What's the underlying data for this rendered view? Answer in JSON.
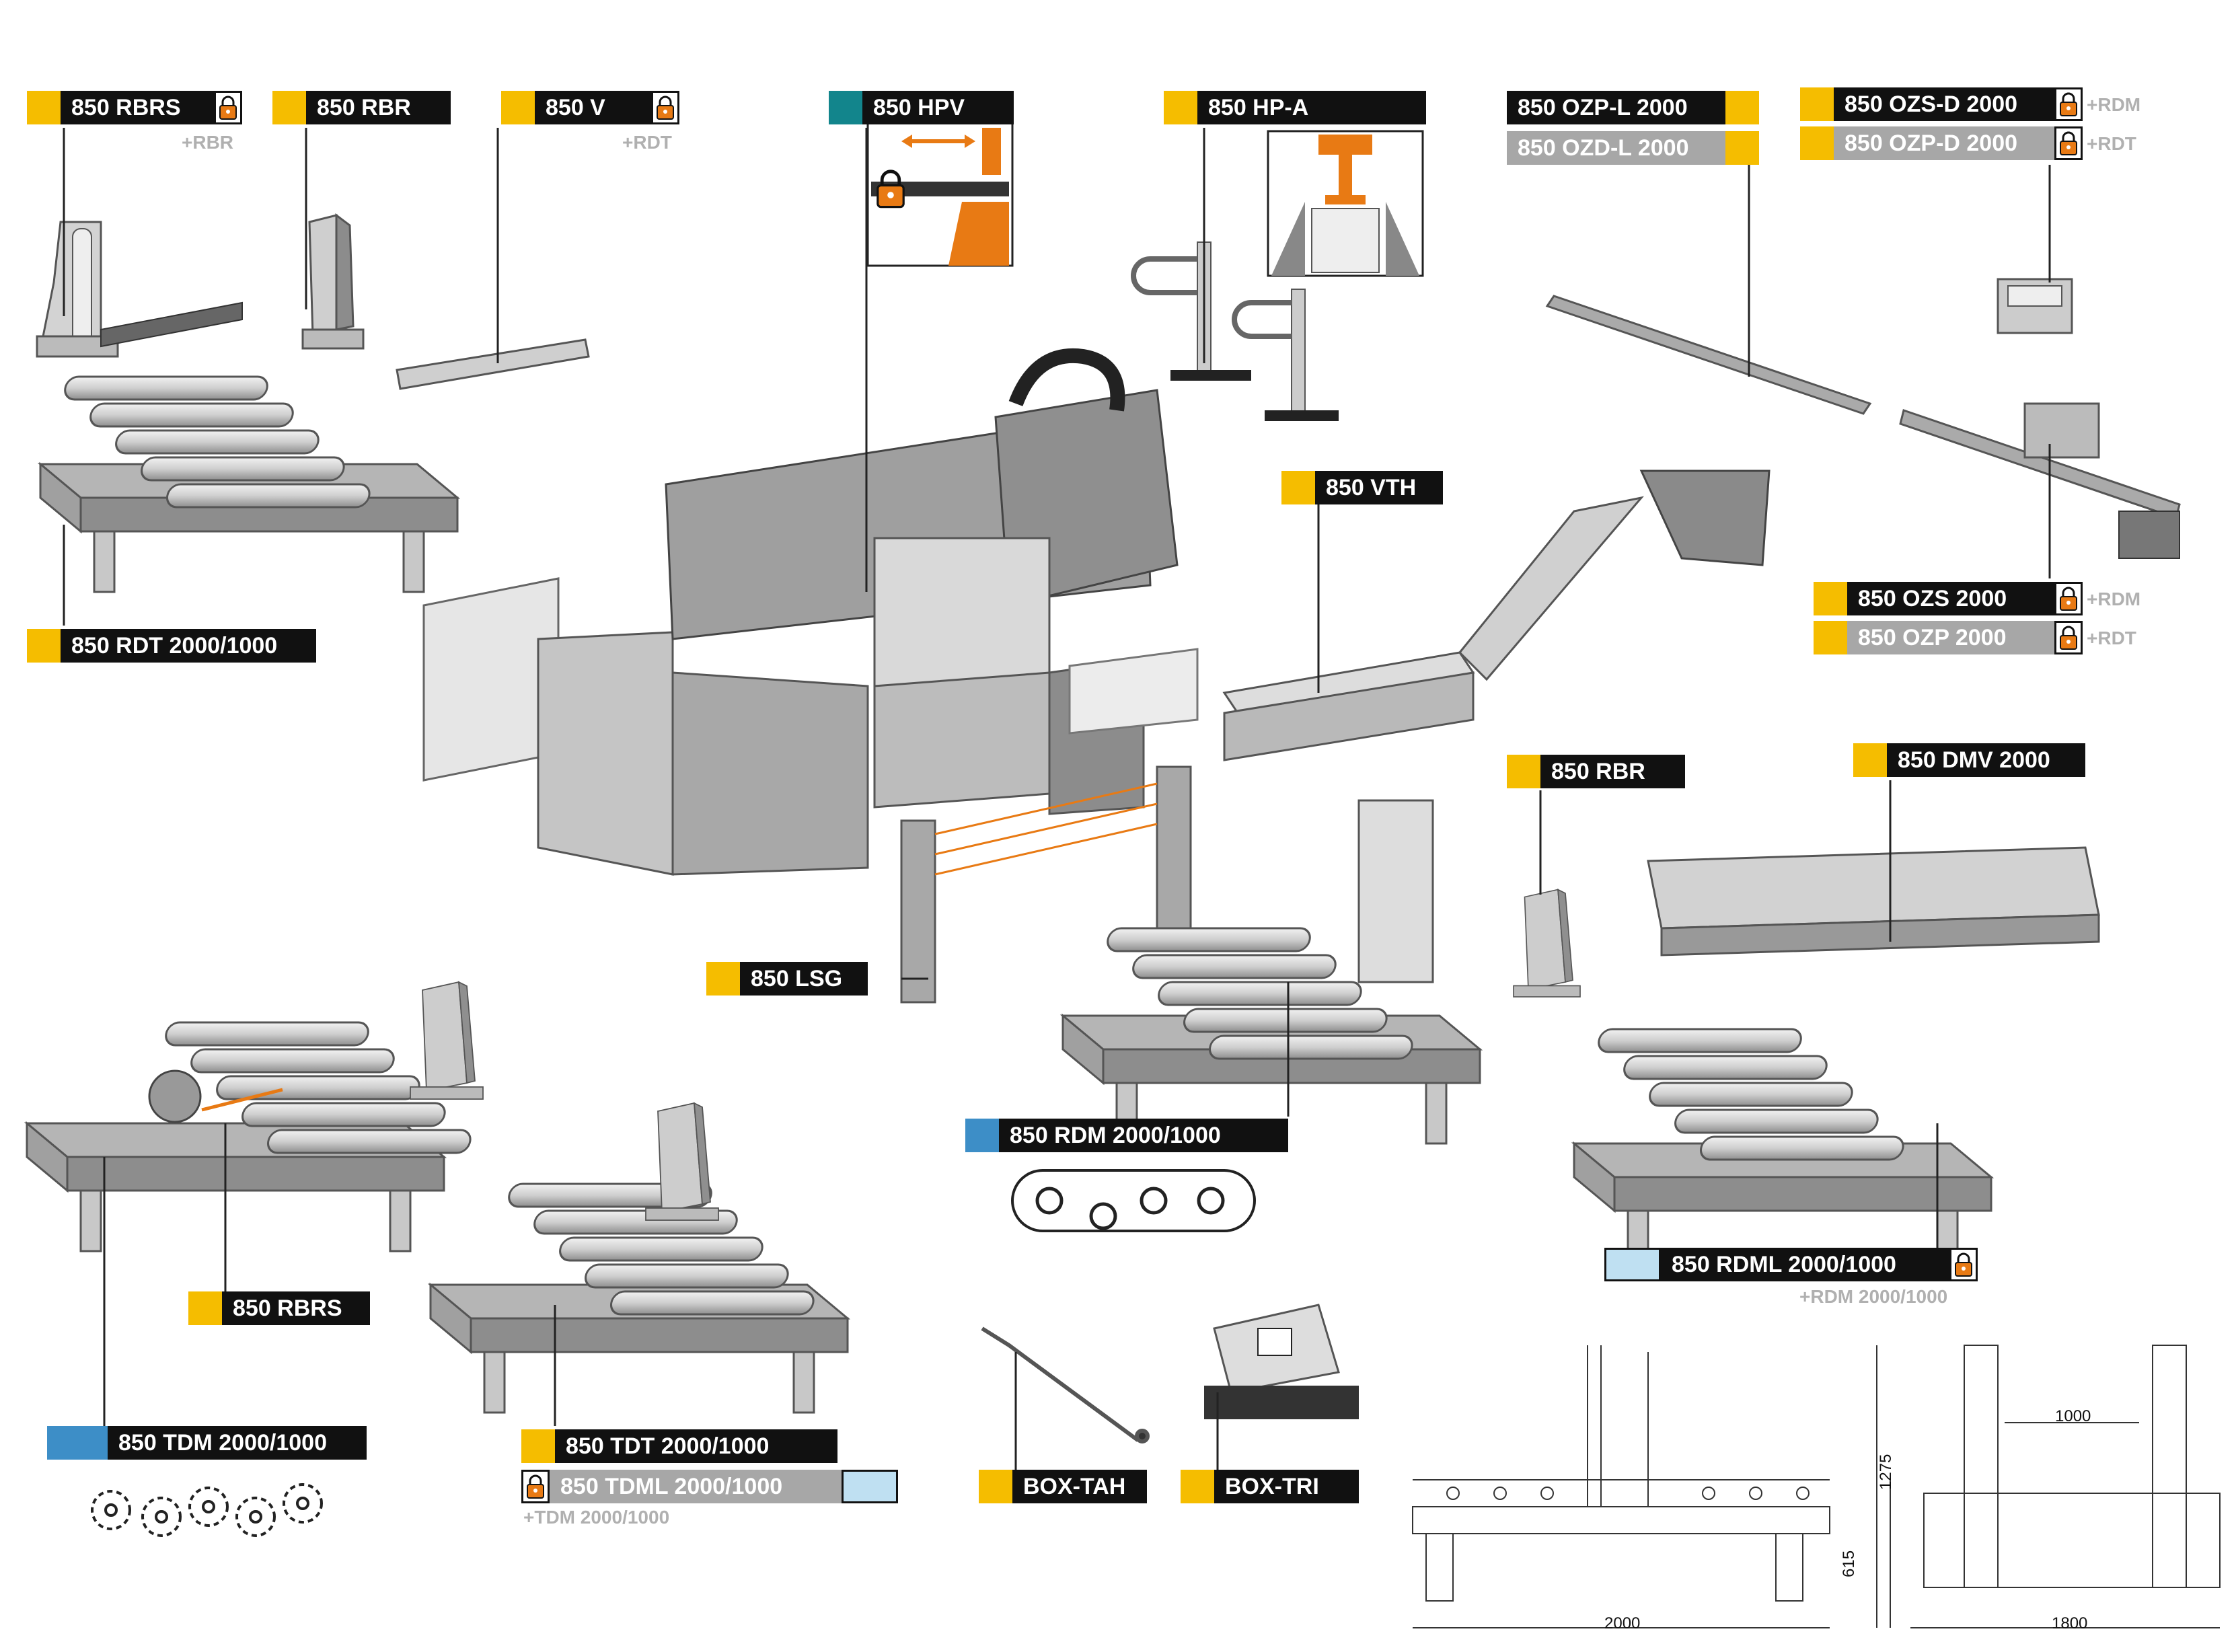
{
  "labels": {
    "rbrs_top": "850 RBRS",
    "rbrs_top_sub": "+RBR",
    "rbr_top": "850 RBR",
    "v": "850 V",
    "v_sub": "+RDT",
    "hpv": "850 HPV",
    "hpa": "850 HP-A",
    "ozp_l": "850 OZP-L 2000",
    "ozd_l": "850 OZD-L 2000",
    "ozs_d": "850 OZS-D 2000",
    "ozs_d_sub": "+RDM",
    "ozp_d": "850 OZP-D 2000",
    "ozp_d_sub": "+RDT",
    "rdt": "850 RDT 2000/1000",
    "vth": "850 VTH",
    "ozs": "850 OZS 2000",
    "ozs_sub": "+RDM",
    "ozp": "850 OZP 2000",
    "ozp_sub": "+RDT",
    "rbr_mid": "850 RBR",
    "dmv": "850 DMV 2000",
    "lsg": "850 LSG",
    "rdm": "850 RDM 2000/1000",
    "rdml": "850 RDML 2000/1000",
    "rdml_sub": "+RDM 2000/1000",
    "rbrs_bottom": "850 RBRS",
    "tdm": "850 TDM 2000/1000",
    "tdt": "850 TDT 2000/1000",
    "tdml": "850 TDML 2000/1000",
    "tdml_sub": "+TDM 2000/1000",
    "box_tah": "BOX-TAH",
    "box_tri": "BOX-TRI"
  },
  "dimensions": {
    "front_width": "2000",
    "front_height": "615",
    "front_total_height": "1275",
    "side_width": "1800",
    "side_inner": "1000"
  },
  "colors": {
    "accent_yellow": "#f5bd00",
    "accent_teal": "#12858c",
    "accent_blue": "#3d8ec7",
    "accent_orange": "#e87a14",
    "label_dark": "#111111",
    "label_gray": "#a7a7a7",
    "machine_gray": "#9a9a9a"
  }
}
